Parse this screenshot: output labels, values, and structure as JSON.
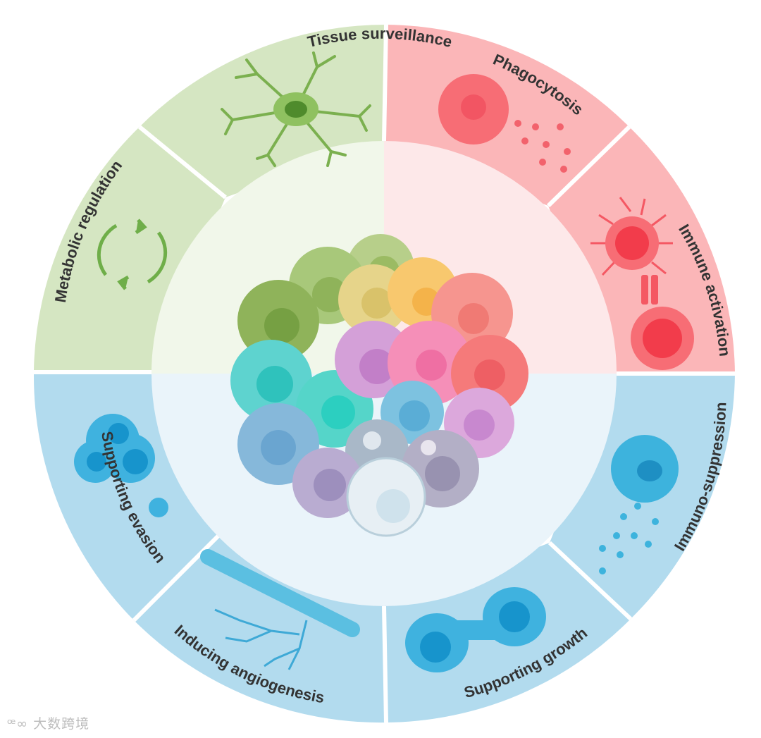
{
  "segments": [
    {
      "id": "tissue-surveillance",
      "label": "Tissue surveillance",
      "color": "#d5e6c2"
    },
    {
      "id": "metabolic-regulation",
      "label": "Metabolic regulation",
      "color": "#d5e6c2"
    },
    {
      "id": "phagocytosis",
      "label": "Phagocytosis",
      "color": "#fbb6b8"
    },
    {
      "id": "immune-activation",
      "label": "Immune activation",
      "color": "#fbb6b8"
    },
    {
      "id": "immuno-suppression",
      "label": "Immuno-suppression",
      "color": "#b2dbee"
    },
    {
      "id": "supporting-growth",
      "label": "Supporting growth",
      "color": "#b2dbee"
    },
    {
      "id": "inducing-angiogenesis",
      "label": "Inducing angiogenesis",
      "color": "#b2dbee"
    },
    {
      "id": "supporting-evasion",
      "label": "Supporting evasion",
      "color": "#b2dbee"
    }
  ],
  "inner_quadrants": {
    "top_left": "#f1f7ea",
    "top_right": "#fde8e9",
    "bottom": "#eaf4fa"
  },
  "icons": [
    "microglia-cell-icon",
    "recycle-arrows-icon",
    "phagocyte-icon",
    "antigen-presentation-icon",
    "suppressive-cell-icon",
    "dividing-cell-icon",
    "blood-vessel-icon",
    "cell-cluster-icon"
  ],
  "watermark": "大数跨境"
}
